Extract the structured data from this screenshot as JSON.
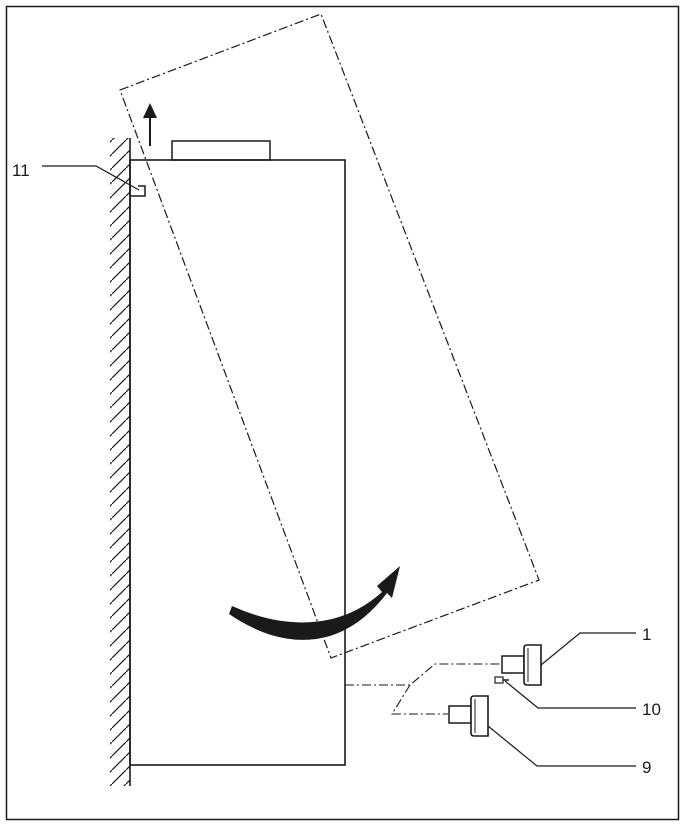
{
  "labels": {
    "wall_bracket": "11",
    "part_1": "1",
    "part_10": "10",
    "part_9": "9"
  },
  "colors": {
    "line": "#1a1a1a",
    "background": "#ffffff"
  },
  "icons": {
    "lift_arrow": "arrow-up-icon",
    "tilt_arrow": "curved-arrow-icon"
  }
}
